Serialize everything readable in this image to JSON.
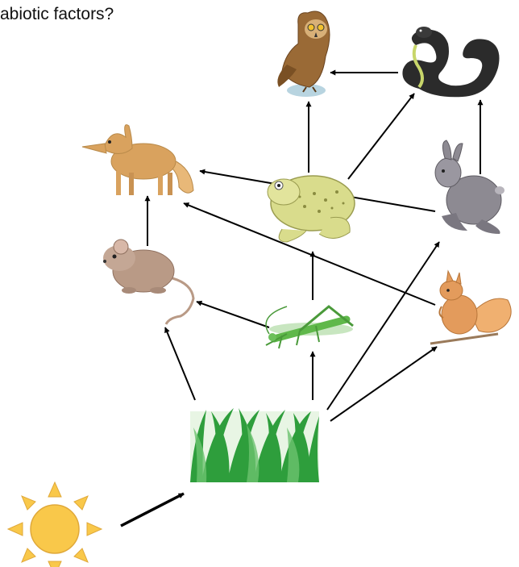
{
  "question": {
    "text": "abiotic factors?"
  },
  "organisms": [
    {
      "id": "sun",
      "icon": "sun-icon"
    },
    {
      "id": "grass",
      "icon": "grass-icon"
    },
    {
      "id": "mouse",
      "icon": "mouse-icon"
    },
    {
      "id": "grasshopper",
      "icon": "grasshopper-icon"
    },
    {
      "id": "squirrel",
      "icon": "squirrel-icon"
    },
    {
      "id": "rabbit",
      "icon": "rabbit-icon"
    },
    {
      "id": "frog",
      "icon": "frog-icon"
    },
    {
      "id": "fox",
      "icon": "fox-icon"
    },
    {
      "id": "owl",
      "icon": "owl-icon"
    },
    {
      "id": "snake",
      "icon": "snake-icon"
    }
  ],
  "links": [
    {
      "from": "sun",
      "to": "grass"
    },
    {
      "from": "grass",
      "to": "mouse"
    },
    {
      "from": "grass",
      "to": "grasshopper"
    },
    {
      "from": "grass",
      "to": "rabbit"
    },
    {
      "from": "grass",
      "to": "squirrel"
    },
    {
      "from": "mouse",
      "to": "fox"
    },
    {
      "from": "grasshopper",
      "to": "mouse"
    },
    {
      "from": "grasshopper",
      "to": "frog"
    },
    {
      "from": "frog",
      "to": "owl"
    },
    {
      "from": "frog",
      "to": "snake"
    },
    {
      "from": "rabbit",
      "to": "fox"
    },
    {
      "from": "rabbit",
      "to": "snake"
    },
    {
      "from": "squirrel",
      "to": "fox"
    },
    {
      "from": "snake",
      "to": "owl"
    }
  ],
  "colors": {
    "arrow": "#000000",
    "sun": "#f9c84a",
    "grass": "#2e9e3c",
    "fox": "#d9a25e",
    "mouse": "#b99a86",
    "grasshopper": "#5fb84a",
    "frog": "#d9dc8c",
    "rabbit": "#8d8a92",
    "squirrel": "#e39b5c",
    "owl": "#9a6a36",
    "snake": "#2b2b2b"
  }
}
